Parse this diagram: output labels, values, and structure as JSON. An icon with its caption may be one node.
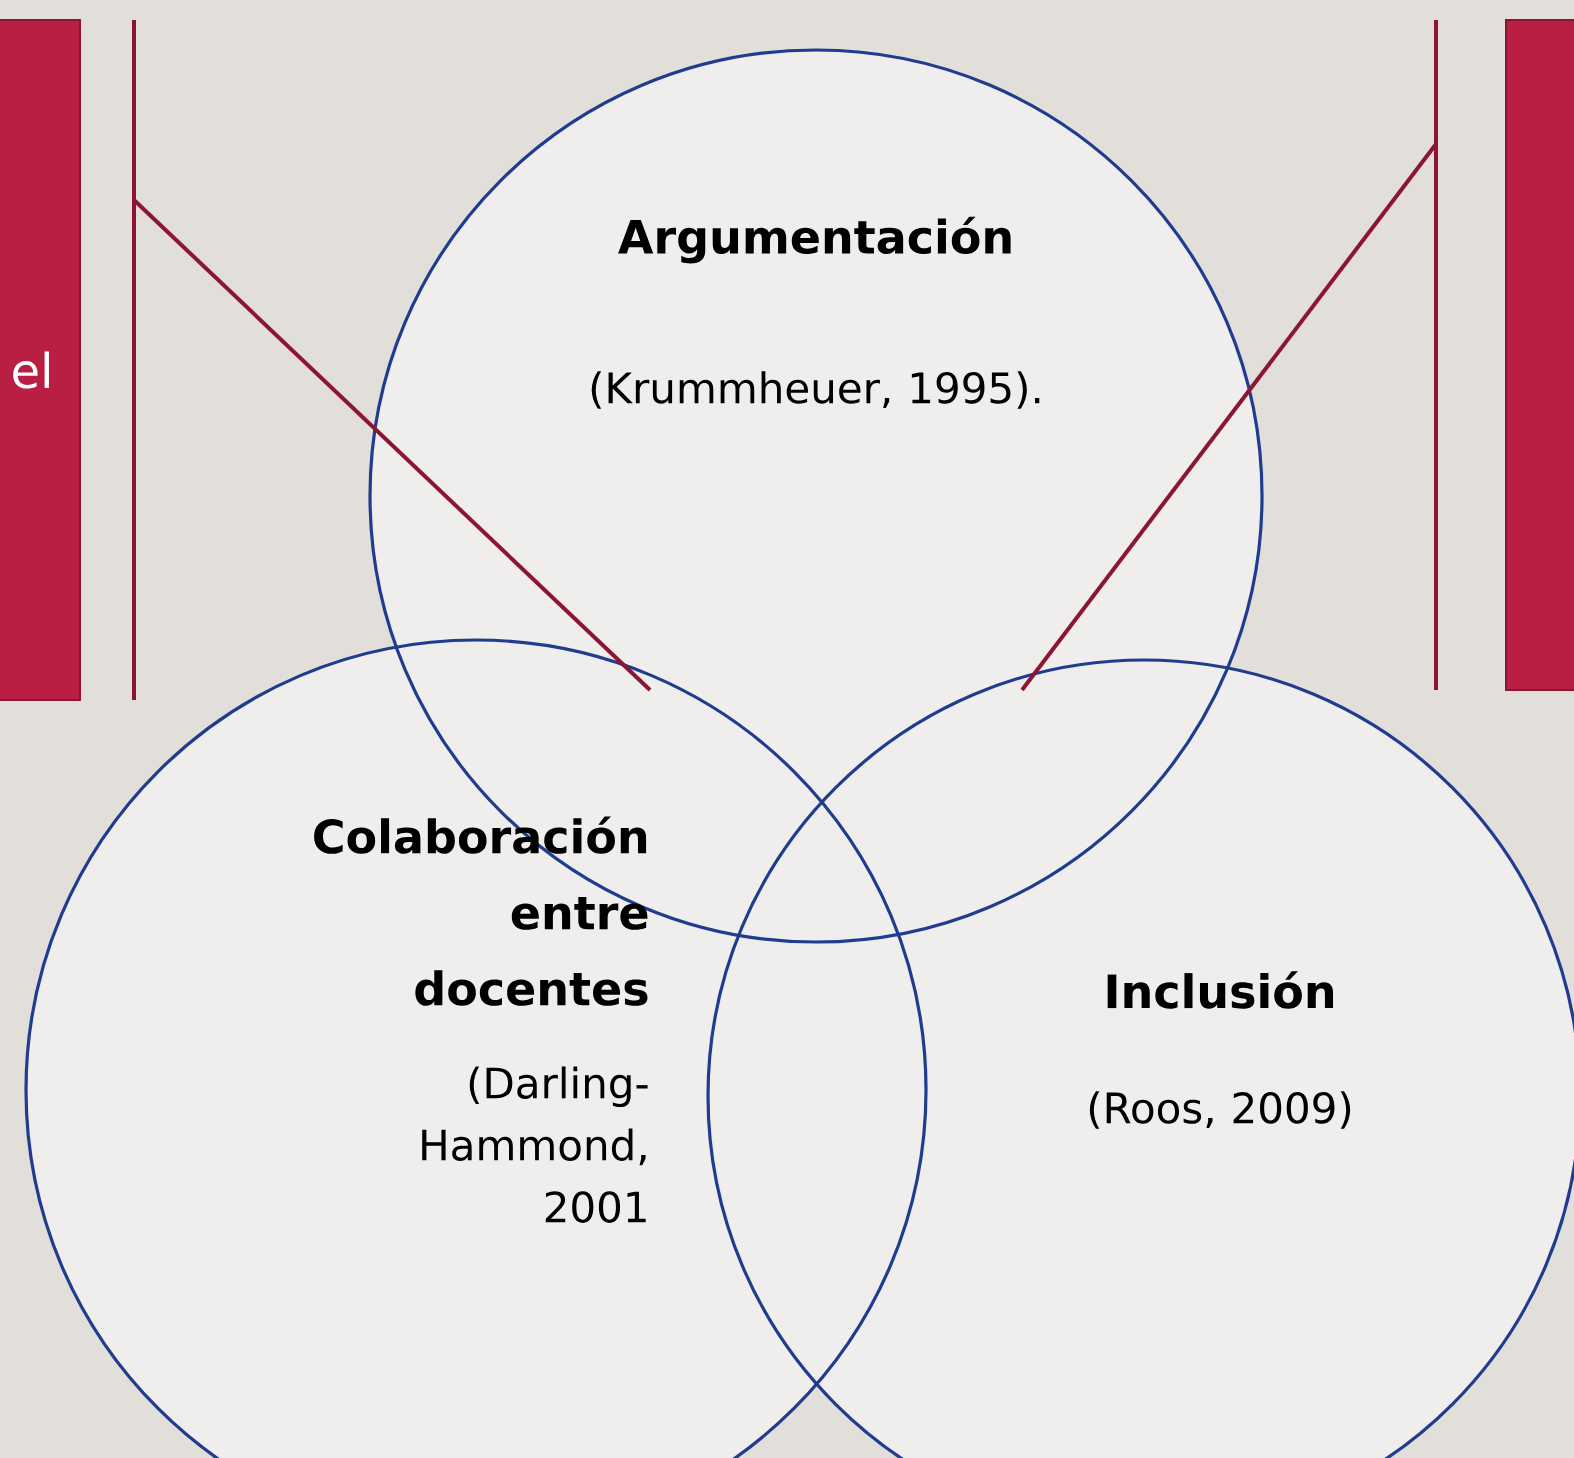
{
  "diagram": {
    "nodes": [
      {
        "text": [
          "el"
        ]
      },
      {
        "text": [],
        "shape": "box"
      },
      {
        "text": [
          "Argumentación",
          "(Krummheuer, 1995)."
        ]
      },
      {
        "text": [
          "Colaboración entre docentes",
          "(Darling-Hammond, 2001"
        ]
      },
      {
        "text": [
          "Inclusión",
          "(Roos, 2009)"
        ]
      }
    ],
    "edges": [
      {
        "from": 0,
        "to": 2,
        "arrow": "none"
      },
      {
        "from": 1,
        "to": 4,
        "arrow": "none"
      }
    ]
  }
}
